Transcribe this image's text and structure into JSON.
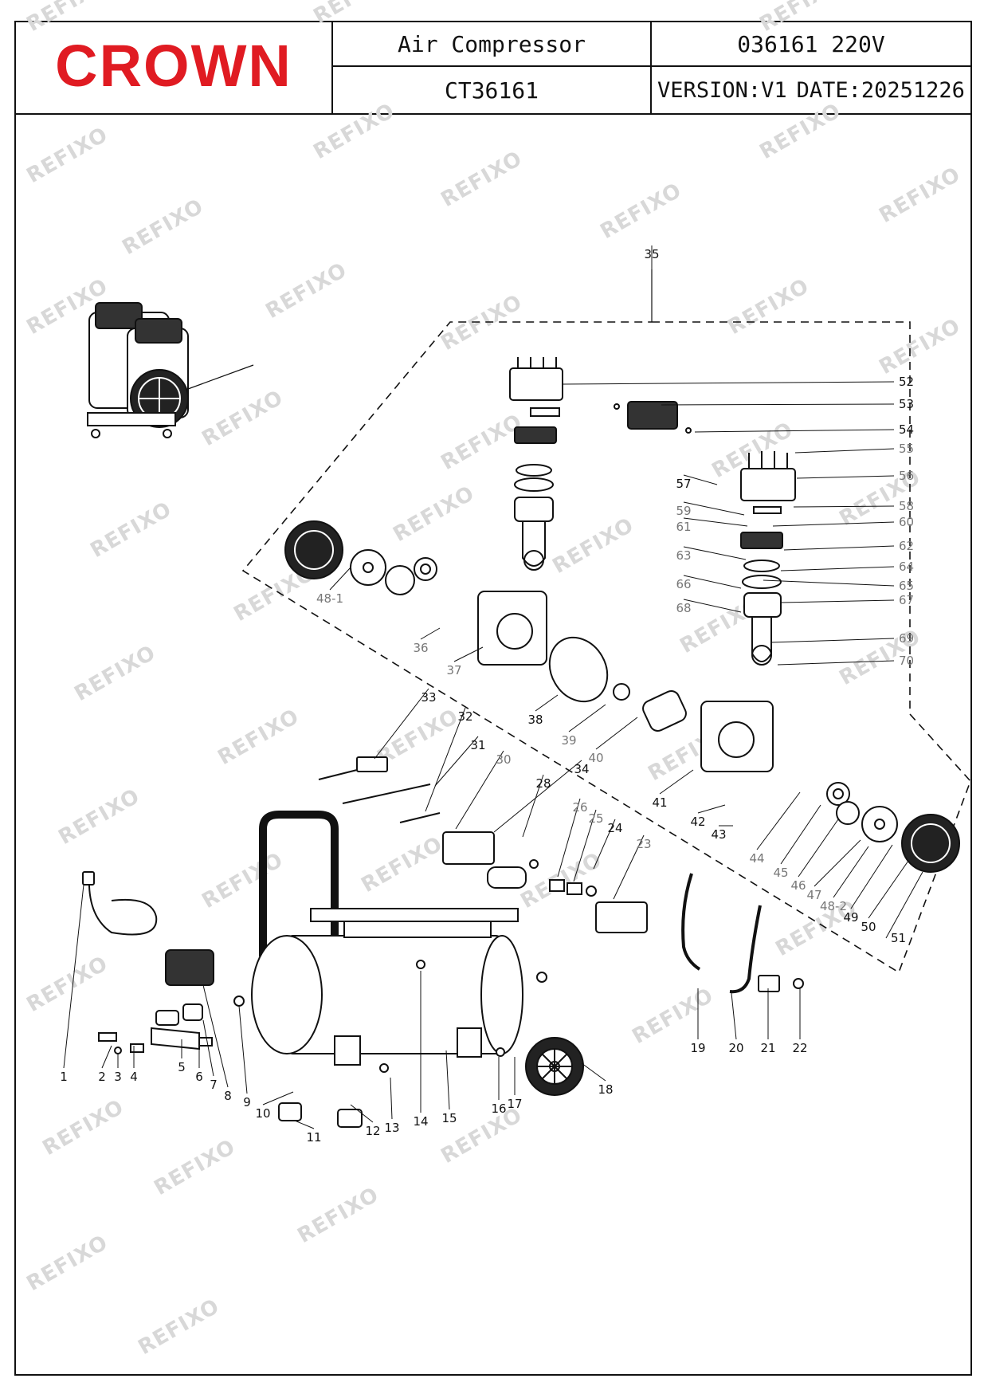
{
  "header": {
    "brand": "CROWN",
    "title": "Air Compressor",
    "model": "CT36161",
    "product_code": "036161 220V",
    "version": "VERSION:V1",
    "date": "DATE:20251226"
  },
  "watermark": "REFIXO",
  "callouts": [
    "1",
    "2",
    "3",
    "4",
    "5",
    "6",
    "7",
    "8",
    "9",
    "10",
    "11",
    "12",
    "13",
    "14",
    "15",
    "16",
    "17",
    "18",
    "19",
    "20",
    "21",
    "22",
    "23",
    "24",
    "25",
    "26",
    "28",
    "30",
    "31",
    "32",
    "33",
    "34",
    "35",
    "36",
    "37",
    "38",
    "39",
    "40",
    "41",
    "42",
    "43",
    "44",
    "45",
    "46",
    "47",
    "48-1",
    "48-2",
    "49",
    "50",
    "51",
    "52",
    "53",
    "54",
    "55",
    "56",
    "57",
    "58",
    "59",
    "60",
    "61",
    "62",
    "63",
    "64",
    "65",
    "66",
    "67",
    "68",
    "69",
    "70"
  ],
  "colors": {
    "brand_red": "#e01b22",
    "line": "#111111",
    "watermark": "#d8d8d8"
  }
}
